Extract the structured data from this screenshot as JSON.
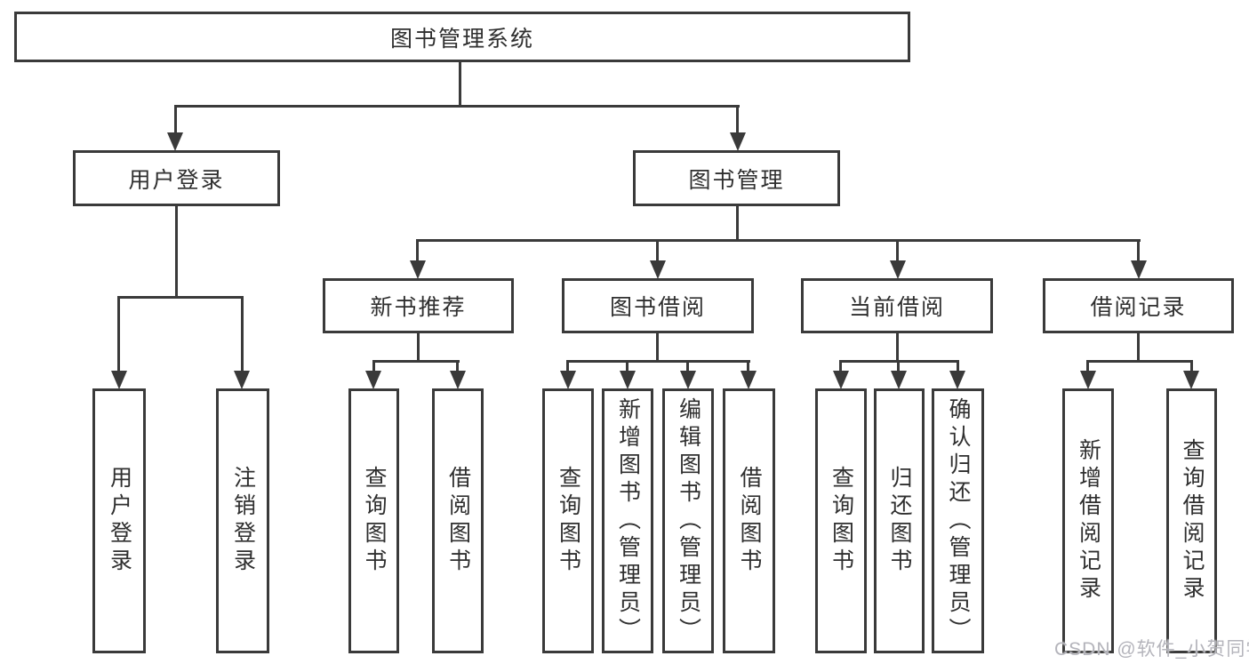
{
  "diagram": {
    "title": "图书管理系统",
    "branches": {
      "user": {
        "label": "用户登录",
        "children": [
          "用户登录",
          "注销登录"
        ]
      },
      "manage": {
        "label": "图书管理",
        "sections": [
          {
            "label": "新书推荐",
            "children": [
              "查询图书",
              "借阅图书"
            ]
          },
          {
            "label": "图书借阅",
            "children": [
              "查询图书",
              "新增图书（管理员）",
              "编辑图书（管理员）",
              "借阅图书"
            ]
          },
          {
            "label": "当前借阅",
            "children": [
              "查询图书",
              "归还图书",
              "确认归还（管理员）"
            ]
          },
          {
            "label": "借阅记录",
            "children": [
              "新增借阅记录",
              "查询借阅记录"
            ]
          }
        ]
      }
    }
  },
  "watermark": {
    "text": "CSDN @软件_小贺同学"
  },
  "colors": {
    "line": "#3a3a3a",
    "text": "#2f2f2f",
    "background": "#ffffff",
    "watermark": "#b4b4bb"
  }
}
